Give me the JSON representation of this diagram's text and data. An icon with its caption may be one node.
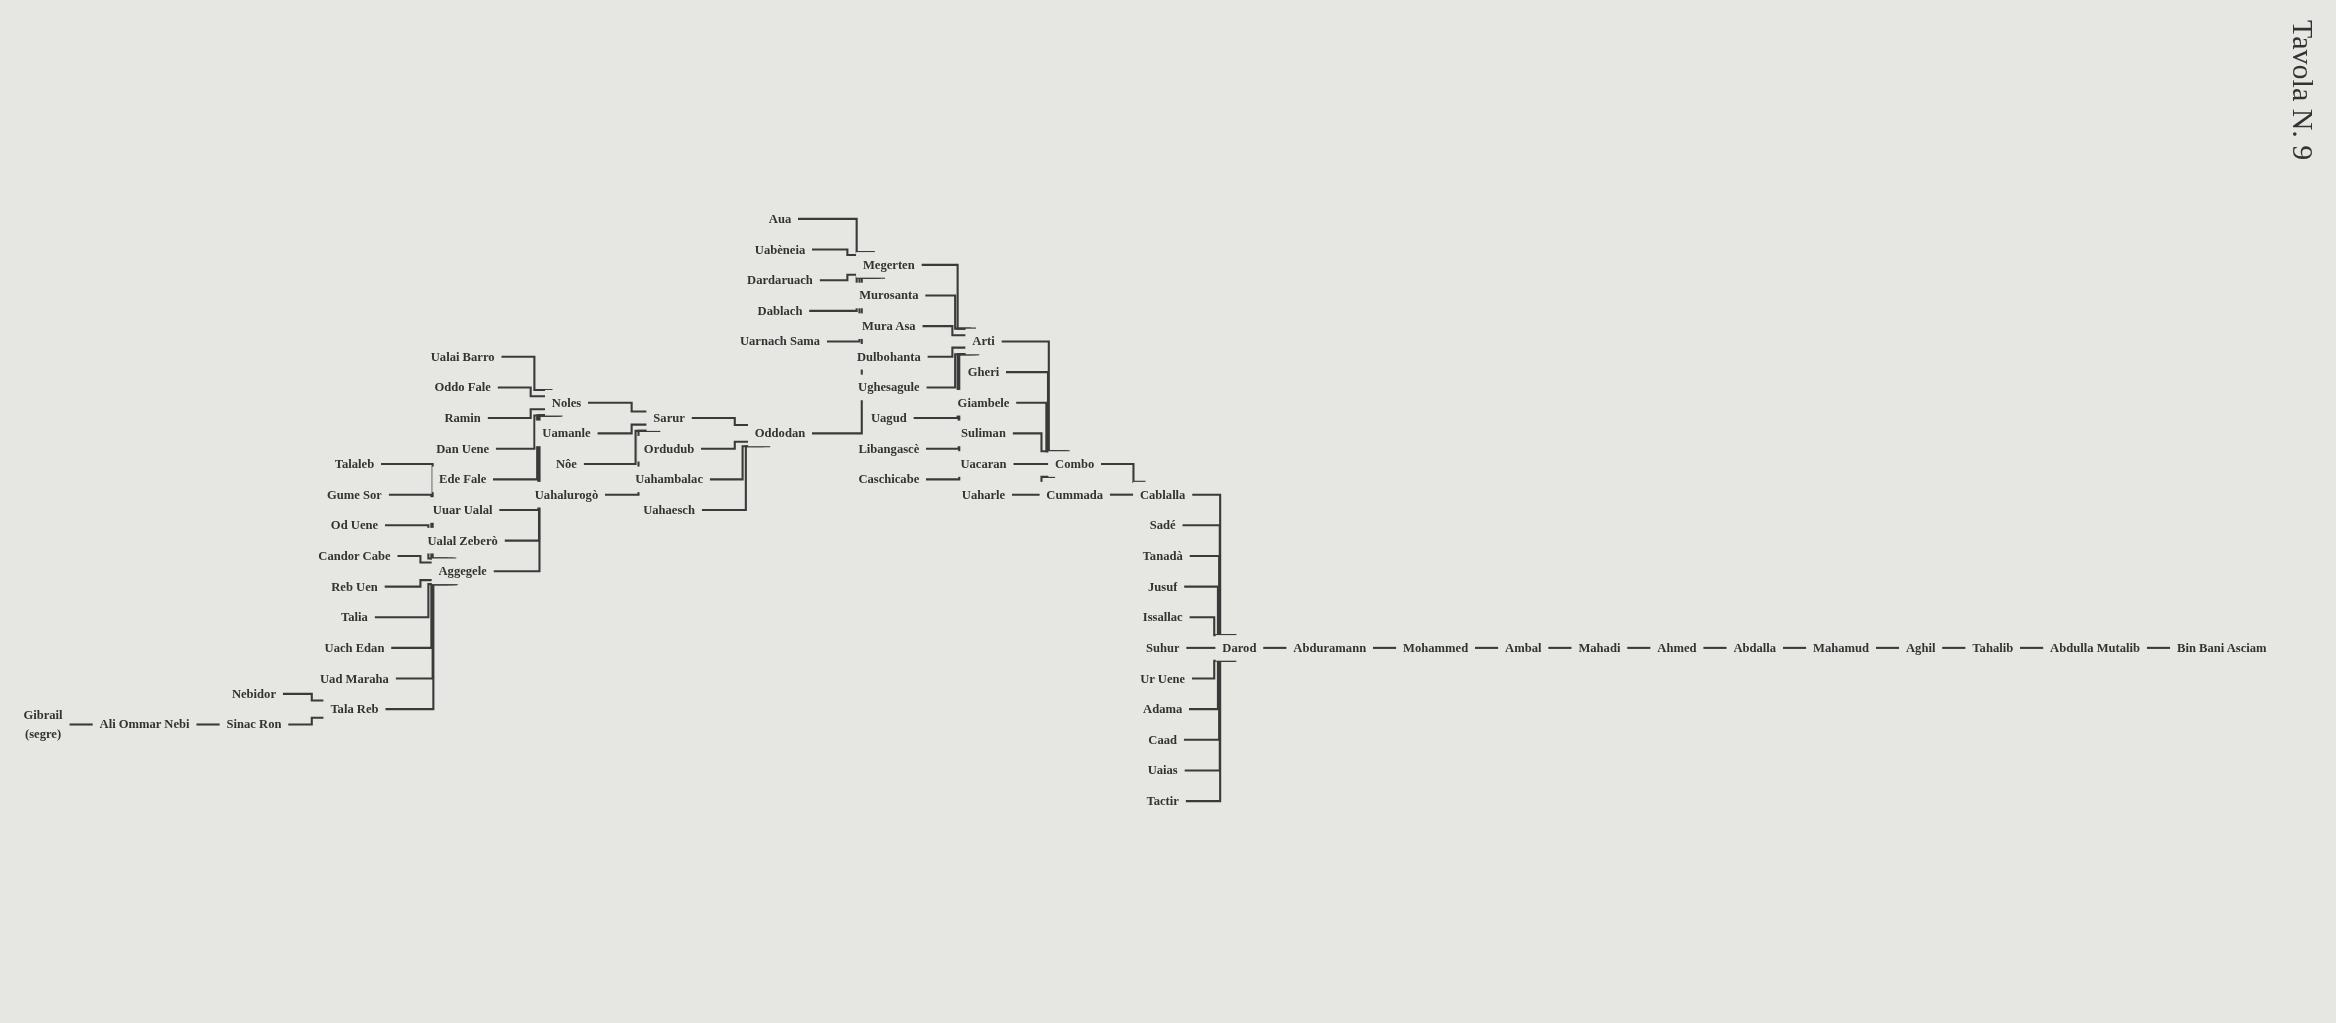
{
  "diagram": {
    "title": "Tavola N. 9",
    "nodes": [
      {
        "text": [
          "Bin Bani Asciam"
        ]
      },
      {
        "text": [
          "Abdulla Mutalib"
        ]
      },
      {
        "text": [
          "Tahalib"
        ]
      },
      {
        "text": [
          "Aghil"
        ]
      },
      {
        "text": [
          "Mahamud"
        ]
      },
      {
        "text": [
          "Abdalla"
        ]
      },
      {
        "text": [
          "Ahmed"
        ]
      },
      {
        "text": [
          "Mahadi"
        ]
      },
      {
        "text": [
          "Ambal"
        ]
      },
      {
        "text": [
          "Mohammed"
        ]
      },
      {
        "text": [
          "Abduramann"
        ]
      },
      {
        "text": [
          "Darod"
        ]
      },
      {
        "text": [
          "Cablalla"
        ]
      },
      {
        "text": [
          "Sadé"
        ]
      },
      {
        "text": [
          "Tanadà"
        ]
      },
      {
        "text": [
          "Jusuf"
        ]
      },
      {
        "text": [
          "Issallac"
        ]
      },
      {
        "text": [
          "Suhur"
        ]
      },
      {
        "text": [
          "Ur Uene"
        ]
      },
      {
        "text": [
          "Adama"
        ]
      },
      {
        "text": [
          "Caad"
        ]
      },
      {
        "text": [
          "Uaias"
        ]
      },
      {
        "text": [
          "Tactir"
        ]
      },
      {
        "text": [
          "Combo"
        ]
      },
      {
        "text": [
          "Cummada"
        ]
      },
      {
        "text": [
          "Arti"
        ]
      },
      {
        "text": [
          "Gheri"
        ]
      },
      {
        "text": [
          "Giambele"
        ]
      },
      {
        "text": [
          "Suliman"
        ]
      },
      {
        "text": [
          "Uacaran"
        ]
      },
      {
        "text": [
          "Uaharle"
        ]
      },
      {
        "text": [
          "Megerten"
        ]
      },
      {
        "text": [
          "Murosanta"
        ]
      },
      {
        "text": [
          "Mura Asa"
        ]
      },
      {
        "text": [
          "Dulbohanta"
        ]
      },
      {
        "text": [
          "Ughesagule"
        ]
      },
      {
        "text": [
          "Uagud"
        ]
      },
      {
        "text": [
          "Libangascè"
        ]
      },
      {
        "text": [
          "Caschicabe"
        ]
      },
      {
        "text": [
          "Aua"
        ]
      },
      {
        "text": [
          "Uabèneia"
        ]
      },
      {
        "text": [
          "Dardaruach"
        ]
      },
      {
        "text": [
          "Dablach"
        ]
      },
      {
        "text": [
          "Uarnach Sama"
        ]
      },
      {
        "text": [
          "Oddodan"
        ]
      },
      {
        "text": [
          "Sarur"
        ]
      },
      {
        "text": [
          "Ordudub"
        ]
      },
      {
        "text": [
          "Uahambalac"
        ]
      },
      {
        "text": [
          "Uahaesch"
        ]
      },
      {
        "text": [
          "Noles"
        ]
      },
      {
        "text": [
          "Uamanle"
        ]
      },
      {
        "text": [
          "Nôe"
        ]
      },
      {
        "text": [
          "Uahalurogò"
        ]
      },
      {
        "text": [
          "Ualai Barro"
        ]
      },
      {
        "text": [
          "Oddo Fale"
        ]
      },
      {
        "text": [
          "Ramin"
        ]
      },
      {
        "text": [
          "Dan Uene"
        ]
      },
      {
        "text": [
          "Ede Fale"
        ]
      },
      {
        "text": [
          "Uuar Ualal"
        ]
      },
      {
        "text": [
          "Ualal Zeberò"
        ]
      },
      {
        "text": [
          "Aggegele"
        ]
      },
      {
        "text": [
          "Talaleb"
        ]
      },
      {
        "text": [
          "Gume Sor"
        ]
      },
      {
        "text": [
          "Od Uene"
        ]
      },
      {
        "text": [
          "Candor Cabe"
        ]
      },
      {
        "text": [
          "Reb Uen"
        ]
      },
      {
        "text": [
          "Talia"
        ]
      },
      {
        "text": [
          "Uach Edan"
        ]
      },
      {
        "text": [
          "Uad Maraha"
        ]
      },
      {
        "text": [
          "Tala Reb"
        ]
      },
      {
        "text": [
          "Nebidor"
        ]
      },
      {
        "text": [
          "Sinac Ron"
        ]
      },
      {
        "text": [
          "Ali Ommar Nebi"
        ]
      },
      {
        "text": [
          "Gibrail",
          "(segre)"
        ]
      }
    ],
    "edges": [
      {
        "from": 0,
        "to": 1,
        "arrow": "none"
      },
      {
        "from": 1,
        "to": 2,
        "arrow": "none"
      },
      {
        "from": 2,
        "to": 3,
        "arrow": "none"
      },
      {
        "from": 3,
        "to": 4,
        "arrow": "none"
      },
      {
        "from": 4,
        "to": 5,
        "arrow": "none"
      },
      {
        "from": 5,
        "to": 6,
        "arrow": "none"
      },
      {
        "from": 6,
        "to": 7,
        "arrow": "none"
      },
      {
        "from": 7,
        "to": 8,
        "arrow": "none"
      },
      {
        "from": 8,
        "to": 9,
        "arrow": "none"
      },
      {
        "from": 9,
        "to": 10,
        "arrow": "none"
      },
      {
        "from": 10,
        "to": 11,
        "arrow": "none"
      },
      {
        "from": 11,
        "to": 12,
        "arrow": "none"
      },
      {
        "from": 11,
        "to": 13,
        "arrow": "none"
      },
      {
        "from": 11,
        "to": 14,
        "arrow": "none"
      },
      {
        "from": 11,
        "to": 15,
        "arrow": "none"
      },
      {
        "from": 11,
        "to": 16,
        "arrow": "none"
      },
      {
        "from": 11,
        "to": 17,
        "arrow": "none"
      },
      {
        "from": 11,
        "to": 18,
        "arrow": "none"
      },
      {
        "from": 11,
        "to": 19,
        "arrow": "none"
      },
      {
        "from": 11,
        "to": 20,
        "arrow": "none"
      },
      {
        "from": 11,
        "to": 21,
        "arrow": "none"
      },
      {
        "from": 11,
        "to": 22,
        "arrow": "none"
      },
      {
        "from": 12,
        "to": 23,
        "arrow": "none"
      },
      {
        "from": 12,
        "to": 24,
        "arrow": "none"
      },
      {
        "from": 23,
        "to": 25,
        "arrow": "none"
      },
      {
        "from": 23,
        "to": 26,
        "arrow": "none"
      },
      {
        "from": 23,
        "to": 27,
        "arrow": "none"
      },
      {
        "from": 23,
        "to": 28,
        "arrow": "none"
      },
      {
        "from": 23,
        "to": 29,
        "arrow": "none"
      },
      {
        "from": 23,
        "to": 30,
        "arrow": "none"
      },
      {
        "from": 25,
        "to": 31,
        "arrow": "none"
      },
      {
        "from": 25,
        "to": 32,
        "arrow": "none"
      },
      {
        "from": 25,
        "to": 33,
        "arrow": "none"
      },
      {
        "from": 25,
        "to": 34,
        "arrow": "none"
      },
      {
        "from": 25,
        "to": 35,
        "arrow": "none"
      },
      {
        "from": 25,
        "to": 36,
        "arrow": "none"
      },
      {
        "from": 25,
        "to": 37,
        "arrow": "none"
      },
      {
        "from": 25,
        "to": 38,
        "arrow": "none"
      },
      {
        "from": 31,
        "to": 39,
        "arrow": "none"
      },
      {
        "from": 31,
        "to": 40,
        "arrow": "none"
      },
      {
        "from": 31,
        "to": 41,
        "arrow": "none"
      },
      {
        "from": 31,
        "to": 42,
        "arrow": "none"
      },
      {
        "from": 31,
        "to": 43,
        "arrow": "none"
      },
      {
        "from": 31,
        "to": 44,
        "arrow": "none"
      },
      {
        "from": 44,
        "to": 45,
        "arrow": "none"
      },
      {
        "from": 44,
        "to": 46,
        "arrow": "none"
      },
      {
        "from": 44,
        "to": 47,
        "arrow": "none"
      },
      {
        "from": 44,
        "to": 48,
        "arrow": "none"
      },
      {
        "from": 45,
        "to": 49,
        "arrow": "none"
      },
      {
        "from": 45,
        "to": 50,
        "arrow": "none"
      },
      {
        "from": 45,
        "to": 51,
        "arrow": "none"
      },
      {
        "from": 45,
        "to": 52,
        "arrow": "none"
      },
      {
        "from": 49,
        "to": 53,
        "arrow": "none"
      },
      {
        "from": 49,
        "to": 54,
        "arrow": "none"
      },
      {
        "from": 49,
        "to": 55,
        "arrow": "none"
      },
      {
        "from": 49,
        "to": 56,
        "arrow": "none"
      },
      {
        "from": 49,
        "to": 57,
        "arrow": "none"
      },
      {
        "from": 49,
        "to": 58,
        "arrow": "none"
      },
      {
        "from": 49,
        "to": 59,
        "arrow": "none"
      },
      {
        "from": 49,
        "to": 60,
        "arrow": "none"
      },
      {
        "from": 60,
        "to": 61,
        "arrow": "none"
      },
      {
        "from": 60,
        "to": 62,
        "arrow": "none"
      },
      {
        "from": 60,
        "to": 63,
        "arrow": "none"
      },
      {
        "from": 60,
        "to": 64,
        "arrow": "none"
      },
      {
        "from": 60,
        "to": 65,
        "arrow": "none"
      },
      {
        "from": 60,
        "to": 66,
        "arrow": "none"
      },
      {
        "from": 60,
        "to": 67,
        "arrow": "none"
      },
      {
        "from": 60,
        "to": 68,
        "arrow": "none"
      },
      {
        "from": 60,
        "to": 69,
        "arrow": "none"
      },
      {
        "from": 69,
        "to": 70,
        "arrow": "none"
      },
      {
        "from": 69,
        "to": 71,
        "arrow": "none"
      },
      {
        "from": 71,
        "to": 72,
        "arrow": "none"
      },
      {
        "from": 72,
        "to": 73,
        "arrow": "none"
      }
    ]
  }
}
